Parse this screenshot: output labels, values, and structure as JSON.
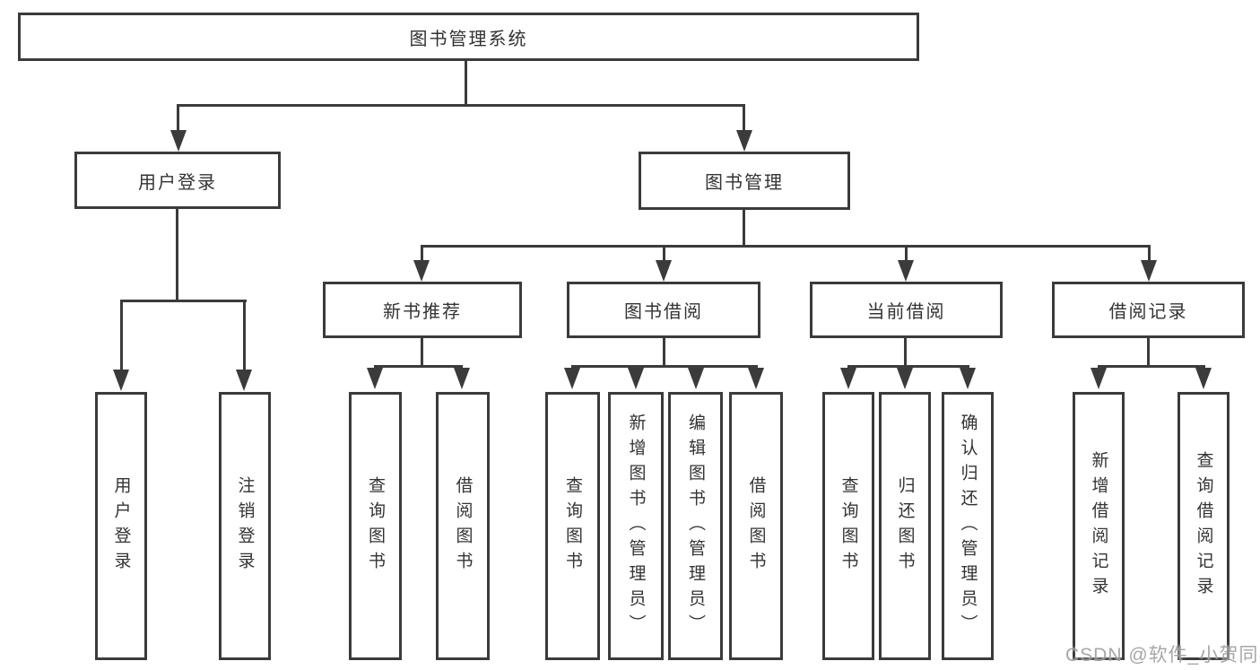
{
  "diagram": {
    "title": "图书管理系统",
    "root": {
      "label": "图书管理系统"
    },
    "level2": [
      {
        "label": "用户登录"
      },
      {
        "label": "图书管理"
      }
    ],
    "level3": [
      {
        "label": "新书推荐"
      },
      {
        "label": "图书借阅"
      },
      {
        "label": "当前借阅"
      },
      {
        "label": "借阅记录"
      }
    ],
    "leaves": {
      "user_login": [
        "用户登录",
        "注销登录"
      ],
      "new_book": [
        "查询图书",
        "借阅图书"
      ],
      "book_borrow": [
        "查询图书",
        "新增图书（管理员）",
        "编辑图书（管理员）",
        "借阅图书"
      ],
      "current_borrow": [
        "查询图书",
        "归还图书",
        "确认归还（管理员）"
      ],
      "borrow_record": [
        "新增借阅记录",
        "查询借阅记录"
      ]
    },
    "line_color": "#3b3b3b",
    "box_fill": "#ffffff",
    "text_color": "#333333"
  },
  "watermark": {
    "text": "CSDN @软件_小贺同学",
    "color": "#9e9e9e"
  }
}
